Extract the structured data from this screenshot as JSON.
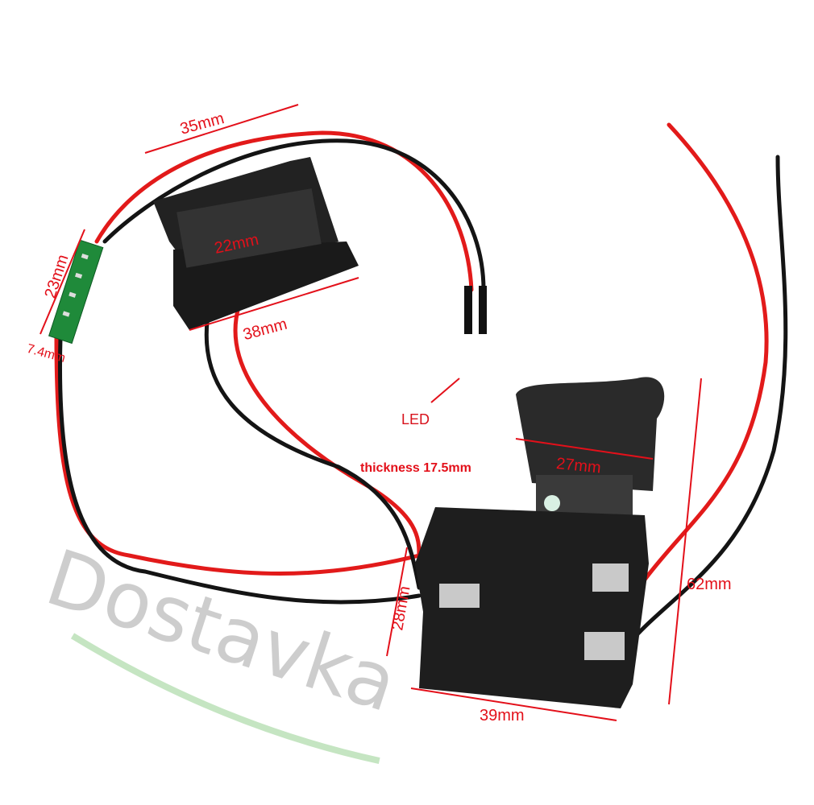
{
  "colors": {
    "wire_red": "#e21a1a",
    "wire_black": "#141414",
    "dimension": "#e3101a",
    "plastic": "#1e1e1e",
    "pcb": "#1f8a3a",
    "watermark": "#bdbdbd"
  },
  "labels": {
    "battery_width": "35mm",
    "battery_inner": "22mm",
    "battery_base": "38mm",
    "pcb_length": "23mm",
    "pcb_width": "7.4mm",
    "led": "LED",
    "thickness": "thickness 17.5mm",
    "trigger_width": "27mm",
    "switch_height": "62mm",
    "switch_body_height": "28mm",
    "switch_width": "39mm"
  },
  "watermark": "Dostavka"
}
